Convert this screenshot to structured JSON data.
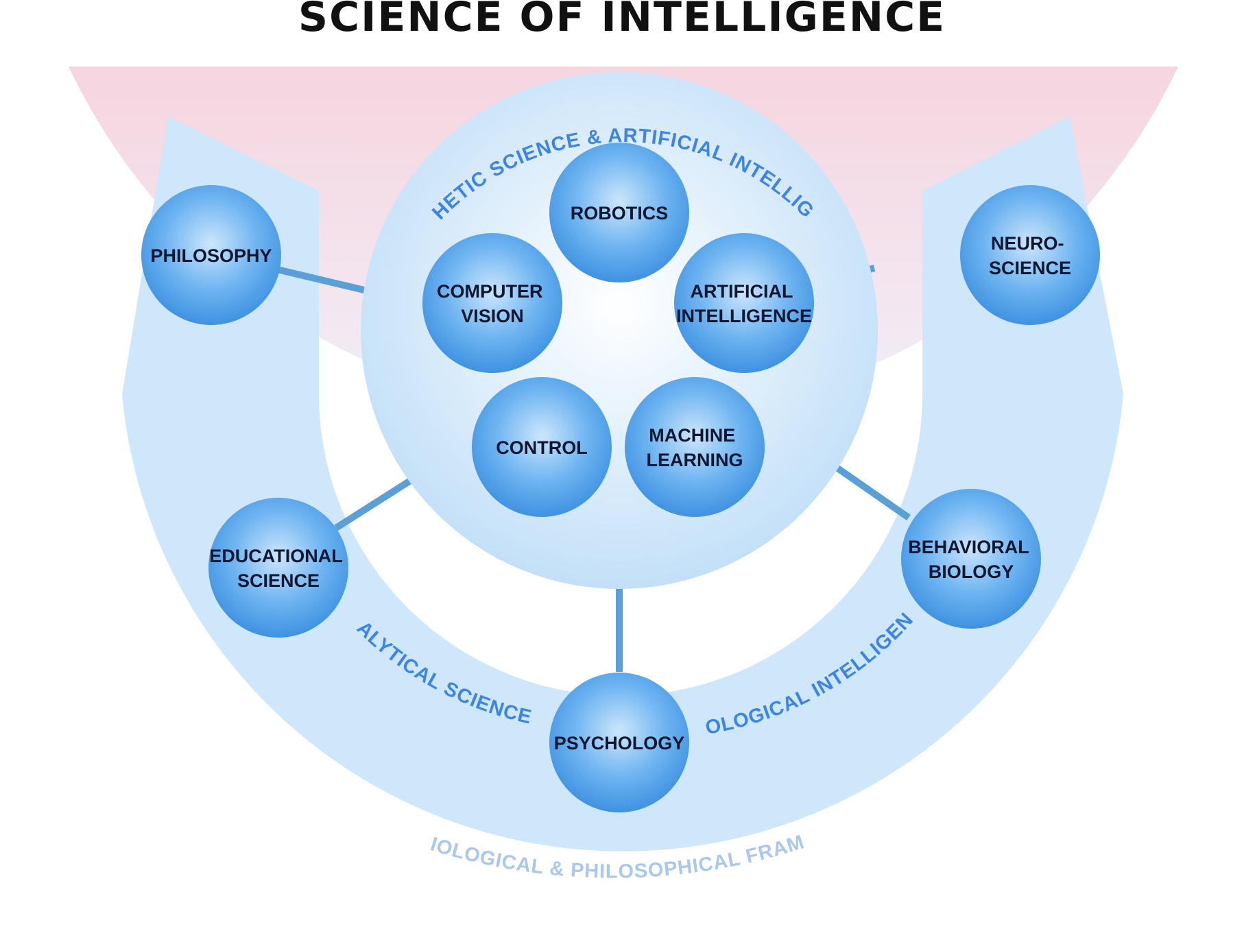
{
  "title": "SCIENCE OF INTELLIGENCE",
  "colors": {
    "outer_top": "#f6d5df",
    "outer_bottom": "#f1eff8",
    "band": "#cfe7fa",
    "inner_gap": "#f3e2ee",
    "core_light": "#ffffff",
    "core_edge": "#c3e0f8",
    "node_light": "#cde6fb",
    "node_mid": "#6eb4f1",
    "node_dark": "#3b8fe0",
    "connector": "#5b9fd7",
    "arc_label": "#3d84e8",
    "outer_label": "#a9c7ef"
  },
  "core_label": "SYNTHETIC SCIENCE & ARTIFICIAL INTELLIGENCE",
  "band_labels": {
    "left": "ANALYTICAL SCIENCE &",
    "right": "BIOLOGICAL INTELLIGENCE"
  },
  "outer_label": "SOCIOLOGICAL & PHILOSOPHICAL FRAMING",
  "inner_nodes": [
    {
      "id": "robotics",
      "lines": [
        "ROBOTICS"
      ]
    },
    {
      "id": "computer-vision",
      "lines": [
        "COMPUTER",
        "VISION"
      ]
    },
    {
      "id": "artificial-intelligence",
      "lines": [
        "ARTIFICIAL",
        "INTELLIGENCE"
      ]
    },
    {
      "id": "control",
      "lines": [
        "CONTROL"
      ]
    },
    {
      "id": "machine-learning",
      "lines": [
        "MACHINE",
        "LEARNING"
      ]
    }
  ],
  "outer_nodes": [
    {
      "id": "philosophy",
      "lines": [
        "PHILOSOPHY"
      ]
    },
    {
      "id": "neuroscience",
      "lines": [
        "NEURO-",
        "SCIENCE"
      ]
    },
    {
      "id": "educational-science",
      "lines": [
        "EDUCATIONAL",
        "SCIENCE"
      ]
    },
    {
      "id": "behavioral-biology",
      "lines": [
        "BEHAVIORAL",
        "BIOLOGY"
      ]
    },
    {
      "id": "psychology",
      "lines": [
        "PSYCHOLOGY"
      ]
    }
  ]
}
